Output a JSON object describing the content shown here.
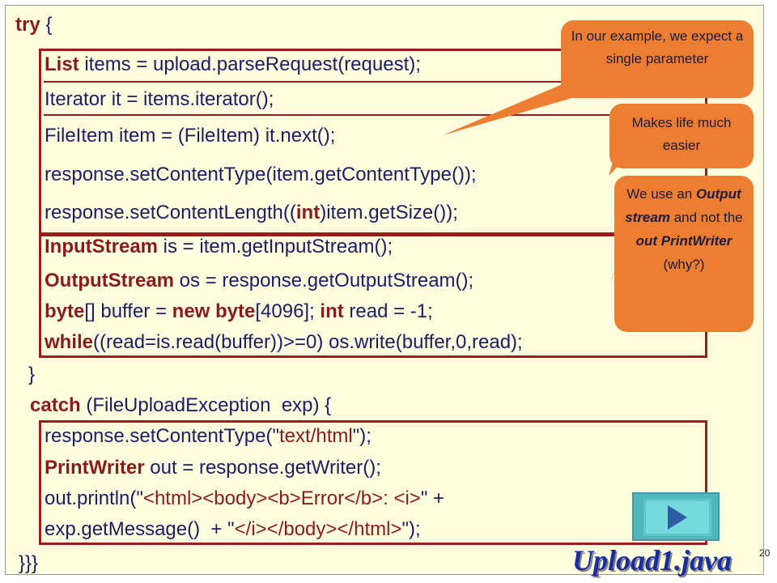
{
  "code": {
    "try_kw": "try",
    "try_brace": " {",
    "l1_kw": "List",
    "l1_rest": " items = upload.parseRequest(request);",
    "l2": "Iterator it = items.iterator();",
    "l3": "FileItem item = (FileItem) it.next();",
    "l4": "response.setContentType(item.getContentType());",
    "l5_a": "response.setContentLength((",
    "l5_kw": "int",
    "l5_b": ")item.getSize());",
    "l6_kw": "InputStream",
    "l6_rest": " is = item.getInputStream();",
    "l7_kw": "OutputStream",
    "l7_rest": " os = response.getOutputStream();",
    "l8_kw1": "byte",
    "l8_a": "[] buffer = ",
    "l8_kw2": "new byte",
    "l8_b": "[4096]; ",
    "l8_kw3": "int",
    "l8_c": " read = -1;",
    "l9_kw": "while",
    "l9_rest": "((read=is.read(buffer))>=0) os.write(buffer,0,read);",
    "close1": "}",
    "catch_kw": "catch",
    "catch_rest": " (FileUploadException  exp) {",
    "c1_a": "response.setContentType(\"",
    "c1_str": "text/html",
    "c1_b": "\");",
    "c2_kw": "PrintWriter",
    "c2_rest": " out = response.getWriter();",
    "c3_a": "out.println(\"",
    "c3_str": "<html><body><b>Error</b>: <i>",
    "c3_b": "\" +",
    "c4_a": "exp.getMessage()  + \"",
    "c4_str": "</i></body></html>",
    "c4_b": "\");",
    "close2": "}}}"
  },
  "callouts": {
    "c1": "In our example, we expect a single parameter",
    "c2": "Makes life much easier",
    "c3_a": "We use an ",
    "c3_b": "Output stream",
    "c3_c": " and not the ",
    "c3_d": "out PrintWriter",
    "c3_e": " (why?)"
  },
  "footer": {
    "filename": "Upload1.java",
    "page_number": "20"
  },
  "colors": {
    "background": "#FFFFE0",
    "keyword": "#8b1a1a",
    "code_text": "#1c1c66",
    "box_border": "#9b1c1c",
    "callout_fill": "#ED7D31",
    "filename": "#1b2c9e"
  },
  "icons": {
    "nav": "play-next-icon"
  }
}
